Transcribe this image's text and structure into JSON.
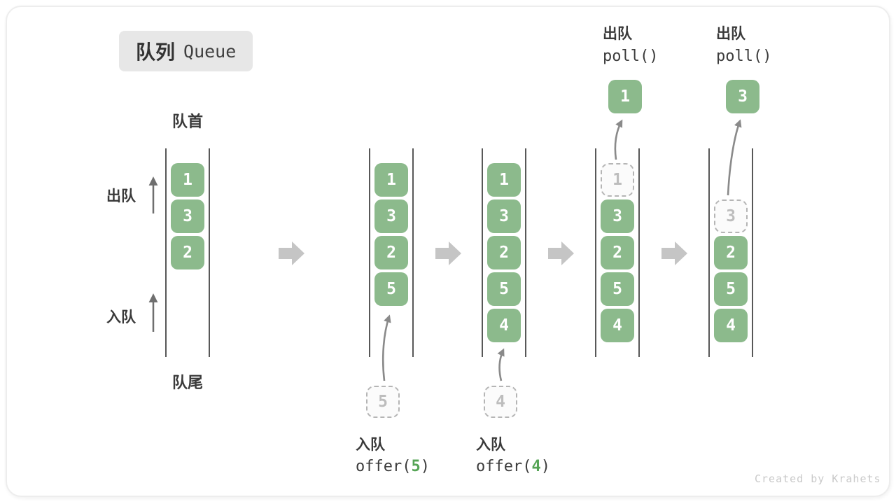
{
  "title": {
    "zh": "队列",
    "en": "Queue"
  },
  "labels": {
    "front": "队首",
    "rear": "队尾",
    "dequeue_side": "出队",
    "enqueue_side": "入队"
  },
  "columns": [
    {
      "items": [
        {
          "value": "1"
        },
        {
          "value": "3"
        },
        {
          "value": "2"
        }
      ]
    },
    {
      "items": [
        {
          "value": "1"
        },
        {
          "value": "3"
        },
        {
          "value": "2"
        },
        {
          "value": "5"
        }
      ],
      "incoming": {
        "value": "5"
      }
    },
    {
      "items": [
        {
          "value": "1"
        },
        {
          "value": "3"
        },
        {
          "value": "2"
        },
        {
          "value": "5"
        },
        {
          "value": "4"
        }
      ],
      "incoming": {
        "value": "4"
      }
    },
    {
      "items": [
        {
          "value": "1",
          "removed": true
        },
        {
          "value": "3"
        },
        {
          "value": "2"
        },
        {
          "value": "5"
        },
        {
          "value": "4"
        }
      ],
      "outgoing": {
        "value": "1"
      }
    },
    {
      "items": [
        {
          "value": "3",
          "removed": true
        },
        {
          "value": "2"
        },
        {
          "value": "5"
        },
        {
          "value": "4"
        }
      ],
      "outgoing": {
        "value": "3"
      }
    }
  ],
  "operations": {
    "enqueue_5": {
      "name": "入队",
      "code_before": "offer(",
      "arg": "5",
      "code_after": ")"
    },
    "enqueue_4": {
      "name": "入队",
      "code_before": "offer(",
      "arg": "4",
      "code_after": ")"
    },
    "dequeue_1": {
      "name": "出队",
      "code": "poll()"
    },
    "dequeue_2": {
      "name": "出队",
      "code": "poll()"
    }
  },
  "watermark": "Created by Krahets",
  "colors": {
    "box_green": "#8cba8c",
    "arg_green": "#55a455",
    "text_dark": "#3c3c3c",
    "curve_arrow_gray": "#8a8a8a",
    "label_arrow_gray": "#6f6f6f",
    "block_arrow_gray": "#c5c5c5",
    "dashed_border": "#b5b5b5",
    "dashed_text": "#bdbdbd",
    "title_bg": "#e7e7e7",
    "watermark_gray": "#c9c9c9"
  }
}
